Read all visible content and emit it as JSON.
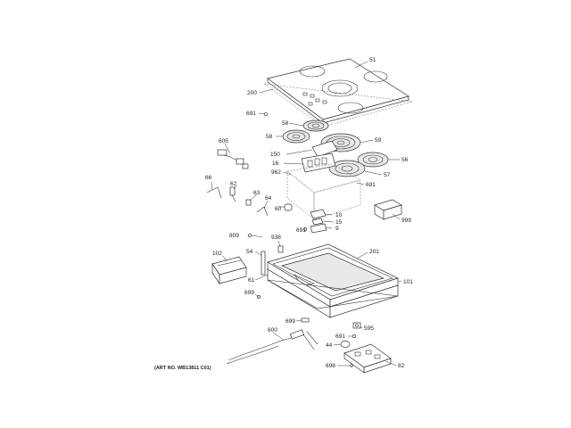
{
  "callouts": {
    "c51": "51",
    "c200": "200",
    "c691a": "691",
    "c58a": "58",
    "c58b": "58",
    "c59": "59",
    "c605": "605",
    "c150": "150",
    "c16": "16",
    "c56": "56",
    "c57": "57",
    "c962": "962",
    "c691b": "691",
    "c66": "66",
    "c62": "62",
    "c63": "63",
    "c64": "64",
    "c60": "60",
    "c10": "10",
    "c15": "15",
    "c691c": "691",
    "c9": "9",
    "c999": "999",
    "c809": "809",
    "c938": "938",
    "c54": "54",
    "c102": "102",
    "c201": "201",
    "c61": "61",
    "c101": "101",
    "c699a": "699",
    "c699b": "699",
    "c600": "600",
    "c595": "595",
    "c691d": "691",
    "c44": "44",
    "c698": "698",
    "c82": "82"
  },
  "art_number": "(ART NO. WB13811 C01)"
}
